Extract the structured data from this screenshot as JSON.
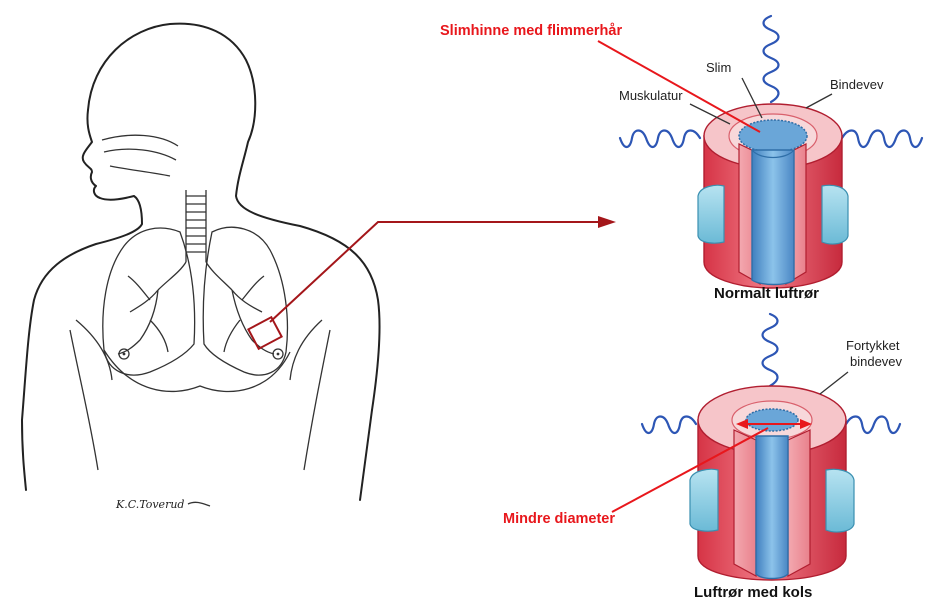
{
  "labels": {
    "mucosa_cilia": "Slimhinne med flimmerhår",
    "mucus": "Slim",
    "muscle": "Muskulatur",
    "connective": "Bindevev",
    "thickened_connective_line1": "Fortykket",
    "thickened_connective_line2": "bindevev",
    "smaller_diameter": "Mindre diameter",
    "normal_caption": "Normalt luftrør",
    "copd_caption": "Luftrør med kols",
    "signature": "K.C.Toverud"
  },
  "colors": {
    "label_red": "#e8171c",
    "pointer_dark_red": "#a4161a",
    "tube_red": "#e24a5a",
    "tube_pink": "#f3b3b8",
    "lumen_blue": "#5b9bd0",
    "band_cyan": "#8fd0e6",
    "coil_blue": "#2d56b5"
  }
}
